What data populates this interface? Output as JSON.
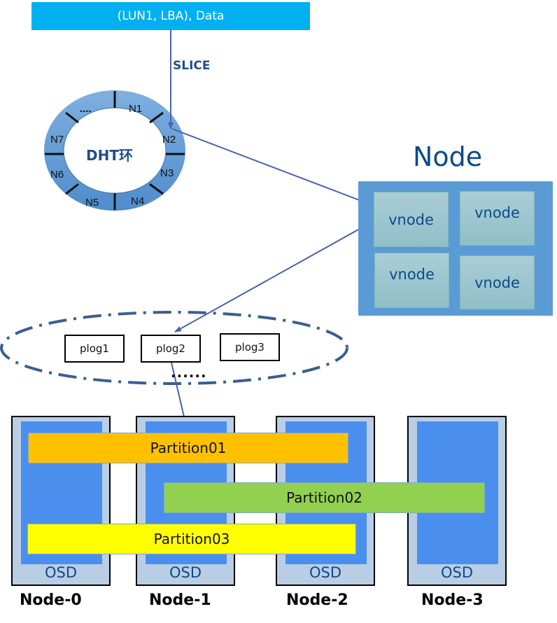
{
  "input": {
    "label": "(LUN1, LBA), Data"
  },
  "slice_label": "SLICE",
  "dht_ring": {
    "center_label": "DHT环",
    "segments": [
      "N1",
      "N2",
      "N3",
      "N4",
      "N5",
      "N6",
      "N7",
      "...."
    ]
  },
  "node_group": {
    "title": "Node",
    "vnodes": [
      "vnode",
      "vnode",
      "vnode",
      "vnode"
    ]
  },
  "plogs": {
    "items": [
      "plog1",
      "plog2",
      "plog3"
    ],
    "more": "......"
  },
  "osds": [
    {
      "label": "OSD",
      "node": "Node-0"
    },
    {
      "label": "OSD",
      "node": "Node-1"
    },
    {
      "label": "OSD",
      "node": "Node-2"
    },
    {
      "label": "OSD",
      "node": "Node-3"
    }
  ],
  "partitions": [
    {
      "label": "Partition01",
      "color": "#ffc000",
      "spans_nodes": [
        "Node-0",
        "Node-1",
        "Node-2"
      ]
    },
    {
      "label": "Partition02",
      "color": "#92d050",
      "spans_nodes": [
        "Node-1",
        "Node-2",
        "Node-3"
      ]
    },
    {
      "label": "Partition03",
      "color": "#ffff00",
      "spans_nodes": [
        "Node-0",
        "Node-1",
        "Node-2"
      ]
    }
  ],
  "colors": {
    "input_bar": "#00b0f0",
    "ring": "#5b9bd5",
    "node_box": "#5b9bd5",
    "osd_outer": "#b9cde5",
    "osd_inner": "#4a8fed",
    "arrow": "#4a62b0",
    "title_text": "#0c4a8a"
  }
}
